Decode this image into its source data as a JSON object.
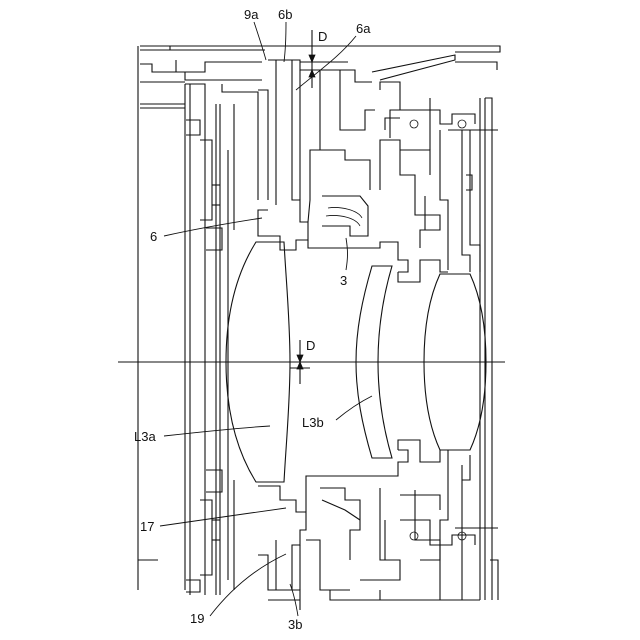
{
  "labels": {
    "label_9a": "9a",
    "label_6b": "6b",
    "label_D_top": "D",
    "label_6a": "6a",
    "label_6": "6",
    "label_3": "3",
    "label_D_mid": "D",
    "label_L3a": "L3a",
    "label_L3b": "L3b",
    "label_17": "17",
    "label_19": "19",
    "label_3b": "3b"
  }
}
